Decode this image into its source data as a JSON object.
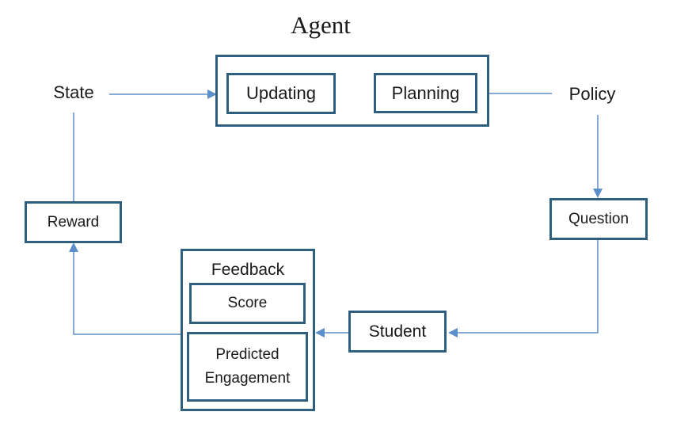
{
  "title": "Agent",
  "labels": {
    "state": "State",
    "policy": "Policy",
    "feedback": "Feedback"
  },
  "boxes": {
    "updating": "Updating",
    "planning": "Planning",
    "question": "Question",
    "student": "Student",
    "reward": "Reward",
    "score": "Score",
    "predicted_line1": "Predicted",
    "predicted_line2": "Engagement"
  },
  "colors": {
    "box_border": "#2e5f7f",
    "arrow": "#5b8fc9",
    "text": "#1a1a1a"
  }
}
